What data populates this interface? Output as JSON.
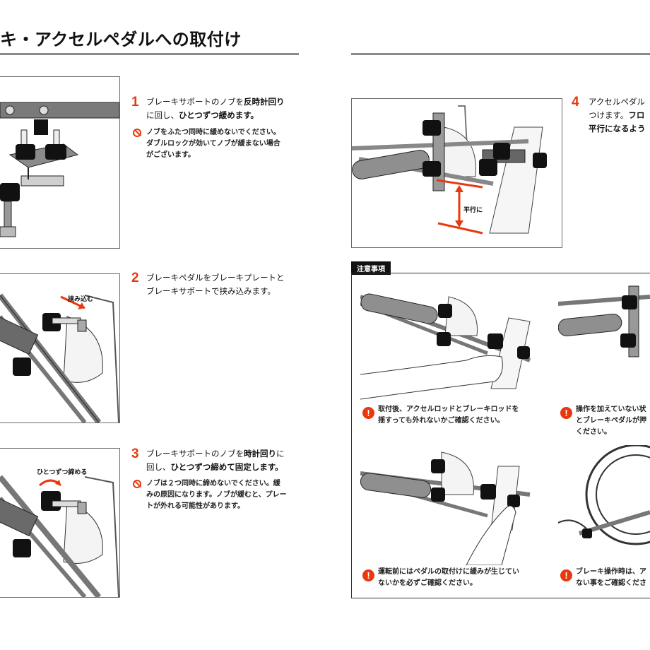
{
  "page_title": "キ・アクセルペダルへの取付け",
  "steps": [
    {
      "number": "1",
      "line1_a": "ブレーキサポートのノブを",
      "line1_b": "反時計回り",
      "line2_a": "に回し、",
      "line2_b": "ひとつずつ緩めます。",
      "warning_line1": "ノブをふたつ同時に緩めないでください。",
      "warning_line2": "ダブルロックが効いてノブが緩まない場合",
      "warning_line3": "がございます。"
    },
    {
      "number": "2",
      "line1": "ブレーキペダルをブレーキプレートと",
      "line2": "ブレーキサポートで挟み込みます。",
      "illustration_label": "挟み込む"
    },
    {
      "number": "3",
      "line1_a": "ブレーキサポートのノブを",
      "line1_b": "時計回り",
      "line1_c": "に",
      "line2_a": "回し、",
      "line2_b": "ひとつずつ締めて固定します。",
      "warning_line1": "ノブは２つ同時に締めないでください。緩",
      "warning_line2": "みの原因になります。ノブが緩むと、プレー",
      "warning_line3": "トが外れる可能性があります。",
      "illustration_label": "ひとつずつ締める"
    },
    {
      "number": "4",
      "line1": "アクセルペダル",
      "line2_a": "つけます。",
      "line2_b": "フロ",
      "line3": "平行になるよう",
      "illustration_label": "平行に"
    }
  ],
  "caution": {
    "tab_label": "注意事項",
    "notes": [
      {
        "line1": "取付後、アクセルロッドとブレーキロッドを",
        "line2": "揺すっても外れないかご確認ください。"
      },
      {
        "line1": "操作を加えていない状",
        "line2": "とブレーキペダルが押",
        "line3": "ください。"
      },
      {
        "line1": "運転前にはペダルの取付けに緩みが生じてい",
        "line2": "ないかを必ずご確認ください。"
      },
      {
        "line1": "ブレーキ操作時は、ア",
        "line2": "ない事をご確認くださ"
      }
    ]
  },
  "colors": {
    "accent": "#e8380d",
    "rule": "#8a8a8a",
    "ink": "#111111"
  }
}
